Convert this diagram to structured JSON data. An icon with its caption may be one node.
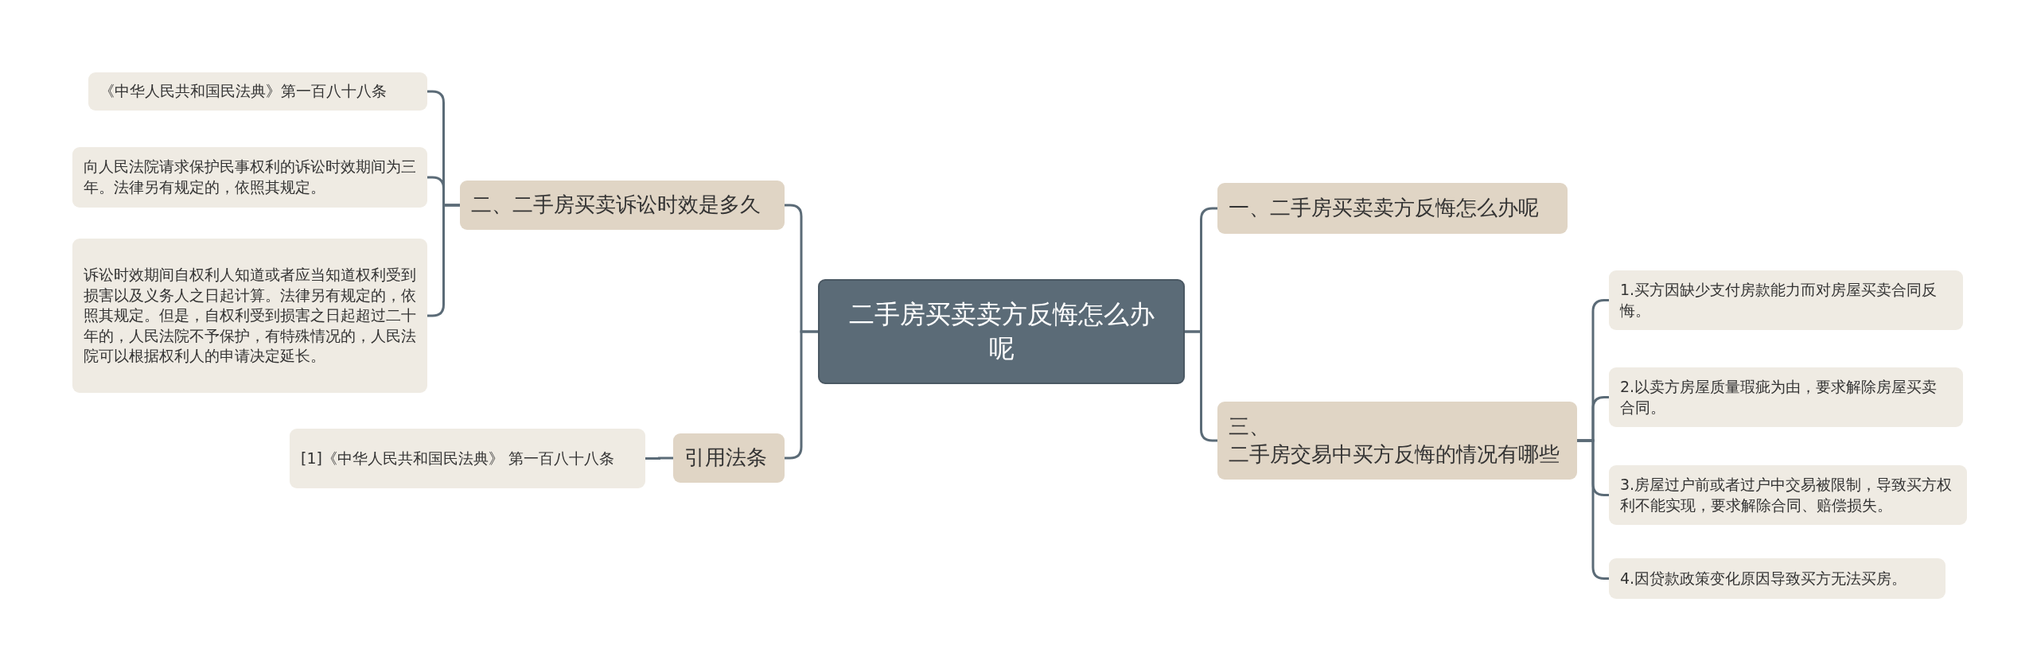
{
  "diagram": {
    "nodes": [
      {
        "text": [
          "二手房买卖卖方反悔怎么办呢"
        ]
      },
      {
        "text": [
          "二、二手房买卖诉讼时效是多久"
        ]
      },
      {
        "text": [
          "《中华人民共和国民法典》第一百八十八条"
        ]
      },
      {
        "text": [
          "向人民法院请求保护民事权利的诉讼时效期间为三年。法律另有规定的，依照其规定。"
        ]
      },
      {
        "text": [
          "诉讼时效期间自权利人知道或者应当知道权利受到损害以及义务人之日起计算。法律另有规定的，依照其规定。但是，自权利受到损害之日起超过二十年的，人民法院不予保护，有特殊情况的，人民法院可以根据权利人的申请决定延长。"
        ]
      },
      {
        "text": [
          "引用法条"
        ]
      },
      {
        "text": [
          "[1]《中华人民共和国民法典》 第一百八十八条"
        ]
      },
      {
        "text": [
          "一、二手房买卖卖方反悔怎么办呢"
        ]
      },
      {
        "text": [
          "三、二手房交易中买方反悔的情况有哪些"
        ]
      },
      {
        "text": [
          "1.买方因缺少支付房款能力而对房屋买卖合同反悔。"
        ]
      },
      {
        "text": [
          "2.以卖方房屋质量瑕疵为由，要求解除房屋买卖合同。"
        ]
      },
      {
        "text": [
          "3.房屋过户前或者过户中交易被限制，导致买方权利不能实现，要求解除合同、赔偿损失。"
        ]
      },
      {
        "text": [
          "4.因贷款政策变化原因导致买方无法买房。"
        ]
      }
    ],
    "edges": [
      {
        "from": 0,
        "to": 1,
        "arrow": "none"
      },
      {
        "from": 1,
        "to": 2,
        "arrow": "none"
      },
      {
        "from": 1,
        "to": 3,
        "arrow": "none"
      },
      {
        "from": 1,
        "to": 4,
        "arrow": "none"
      },
      {
        "from": 0,
        "to": 5,
        "arrow": "none"
      },
      {
        "from": 5,
        "to": 6,
        "arrow": "none"
      },
      {
        "from": 0,
        "to": 7,
        "arrow": "none"
      },
      {
        "from": 0,
        "to": 8,
        "arrow": "none"
      },
      {
        "from": 8,
        "to": 9,
        "arrow": "none"
      },
      {
        "from": 8,
        "to": 10,
        "arrow": "none"
      },
      {
        "from": 8,
        "to": 11,
        "arrow": "none"
      },
      {
        "from": 8,
        "to": 12,
        "arrow": "none"
      }
    ]
  }
}
